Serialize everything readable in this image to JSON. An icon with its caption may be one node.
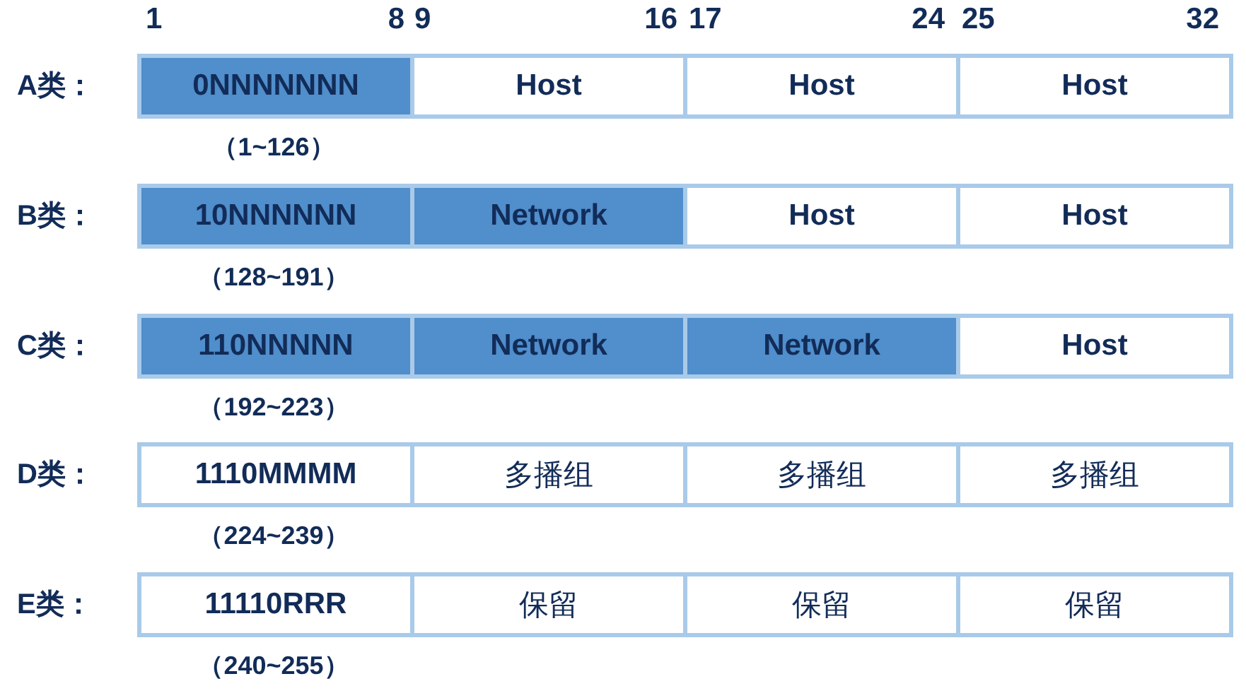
{
  "diagram": {
    "nodes": [
      {
        "text": [
          "0NNNNNNN"
        ],
        "beside": [
          "（1~126）"
        ]
      },
      {
        "text": [
          "Host"
        ]
      },
      {
        "text": [
          "Host"
        ]
      },
      {
        "text": [
          "Host"
        ]
      },
      {
        "text": [
          "10NNNNNN"
        ],
        "beside": [
          "（128~191）"
        ]
      },
      {
        "text": [
          "Network"
        ]
      },
      {
        "text": [
          "Host"
        ]
      },
      {
        "text": [
          "Host"
        ]
      },
      {
        "text": [
          "110NNNNN"
        ],
        "beside": [
          "（192~223）"
        ]
      },
      {
        "text": [
          "Network"
        ]
      },
      {
        "text": [
          "Network"
        ]
      },
      {
        "text": [
          "Host"
        ]
      },
      {
        "text": [
          "1110MMMM"
        ],
        "beside": [
          "（224~239）"
        ]
      },
      {
        "text": [
          "多播组"
        ]
      },
      {
        "text": [
          "多播组"
        ]
      },
      {
        "text": [
          "多播组"
        ]
      },
      {
        "text": [
          "11110RRR"
        ],
        "beside": [
          "（240~255）"
        ]
      },
      {
        "text": [
          "保留"
        ]
      },
      {
        "text": [
          "保留"
        ]
      },
      {
        "text": [
          "保留"
        ]
      }
    ],
    "labels": [
      "1",
      "8",
      "9",
      "16",
      "17",
      "24",
      "25",
      "32",
      "A类：",
      "B类：",
      "C类：",
      "D类：",
      "E类："
    ]
  }
}
